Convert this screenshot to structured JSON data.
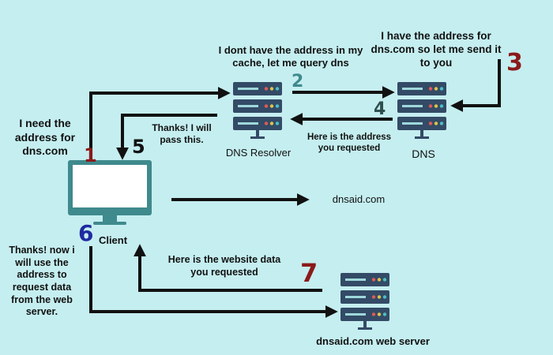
{
  "colors": {
    "background": "#c5eef0",
    "arrow": "#111111",
    "server": "#334b66",
    "monitor": "#3f8a8d",
    "step1": "#8b1a1a",
    "step2": "#3f8a8d",
    "step3": "#8b1a1a",
    "step4": "#2f4f4f",
    "step5": "#111111",
    "step6": "#1f2aa0",
    "step7": "#8b1a1a"
  },
  "icons": {
    "client": "monitor-icon",
    "server": "server-rack-icon"
  },
  "nodes": {
    "client": "Client",
    "resolver": "DNS Resolver",
    "dns": "DNS",
    "domain": "dnsaid.com",
    "web_server": "dnsaid.com web server"
  },
  "messages": {
    "m1": "I need the address for dns.com",
    "m2": "I dont have the address in my cache, let me query dns",
    "m3": "I have the address for dns.com so let me send it to you",
    "m4": "Here is the address you requested",
    "m5": "Thanks! I will pass this.",
    "m6": "Thanks! now i will use the address to request data from the web server.",
    "m7": "Here is the website data you requested"
  },
  "steps": [
    "1",
    "2",
    "3",
    "4",
    "5",
    "6",
    "7"
  ]
}
